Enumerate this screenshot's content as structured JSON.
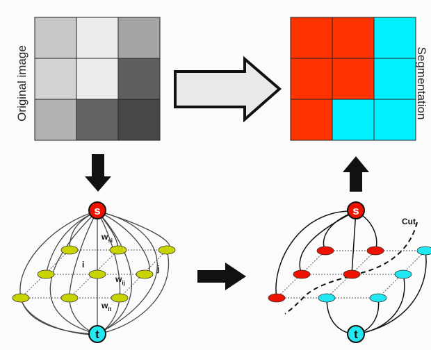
{
  "labels": {
    "original_image": "Original image",
    "segmentation": "Segmentation",
    "cut": "Cut"
  },
  "original_grid": {
    "cells": [
      "#c8c8c8",
      "#ececec",
      "#a5a5a5",
      "#d3d3d3",
      "#ececec",
      "#5f5f5f",
      "#b2b2b2",
      "#636363",
      "#474747"
    ]
  },
  "segmentation_grid": {
    "cells": [
      "#ff3300",
      "#ff3300",
      "#00f0ff",
      "#ff3300",
      "#ff3300",
      "#00f0ff",
      "#ff3300",
      "#00f0ff",
      "#00f0ff"
    ]
  },
  "graph_left": {
    "source": "s",
    "sink": "t",
    "node_i": "i",
    "node_j": "j",
    "w_si": "w",
    "w_si_sub": "si",
    "w_ij": "w",
    "w_ij_sub": "ij",
    "w_it": "w",
    "w_it_sub": "it"
  },
  "graph_right": {
    "source": "s",
    "sink": "t"
  },
  "colors": {
    "node_green": "#c8d400",
    "node_red": "#ee1100",
    "node_cyan": "#22e8f2",
    "arrow_black": "#111111",
    "arrow_gray": "#e9e9e9"
  }
}
